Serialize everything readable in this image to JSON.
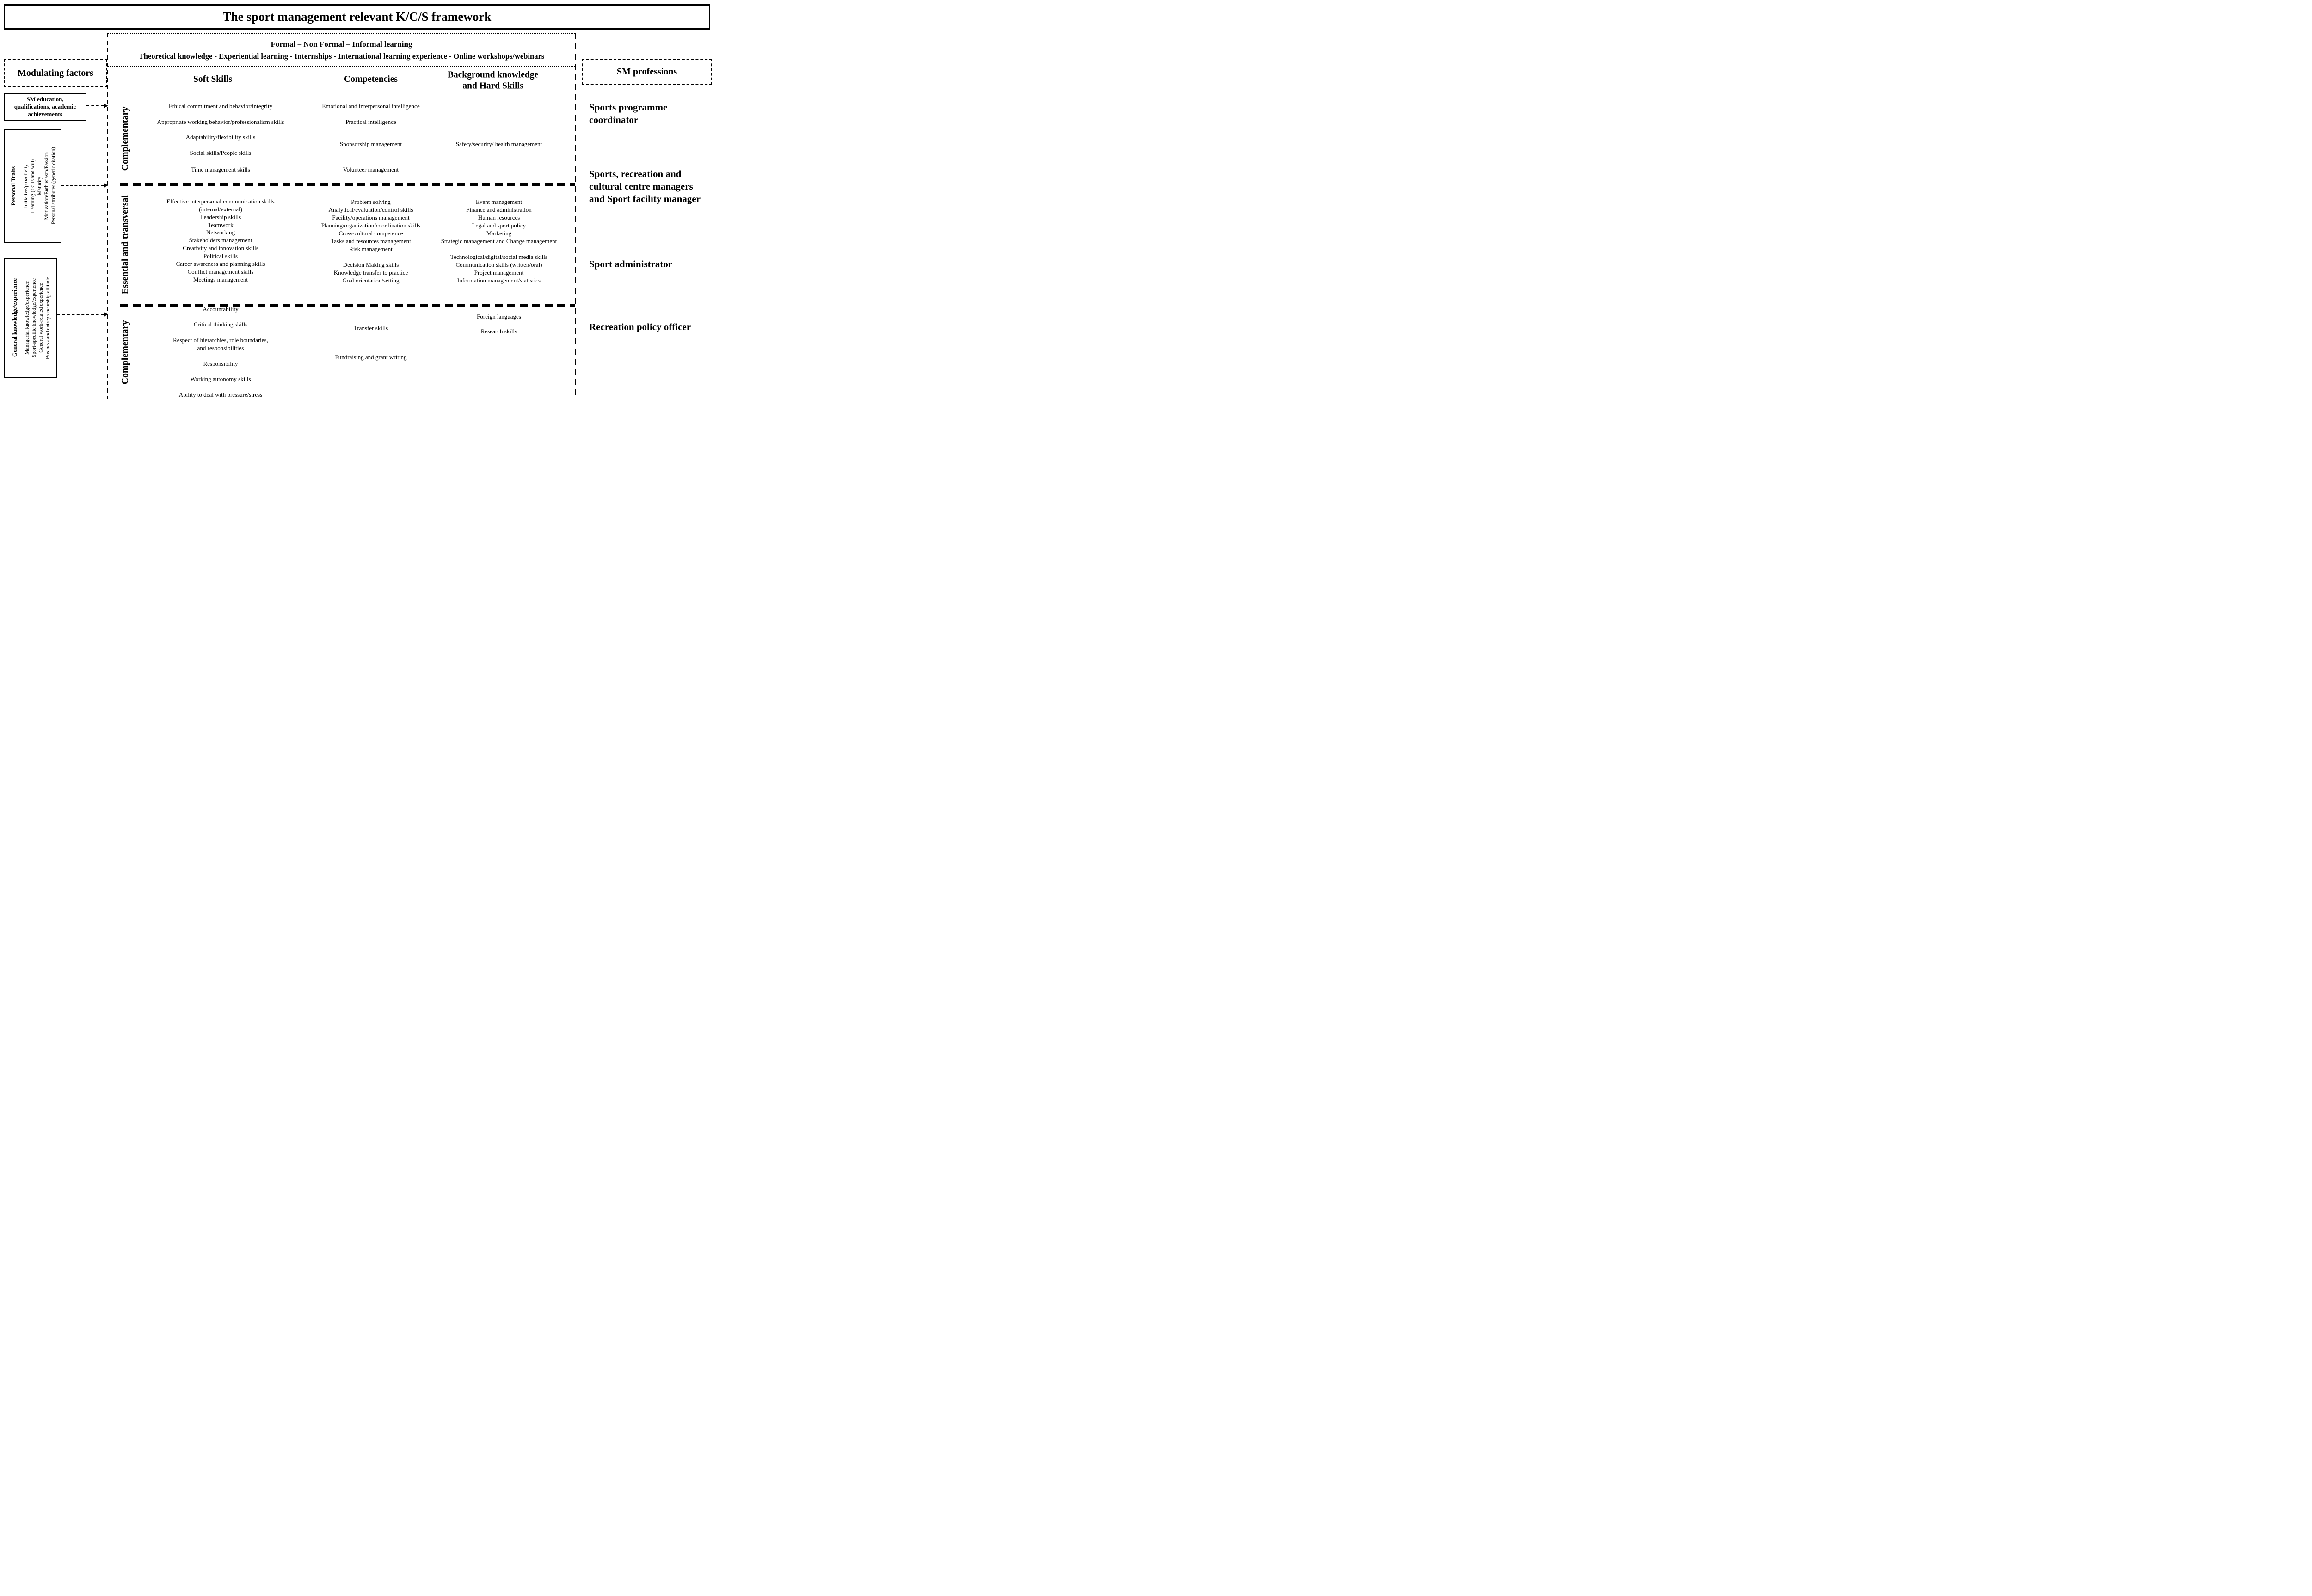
{
  "title": "The sport management relevant K/C/S framework",
  "learning_pathways": {
    "line1": "Formal – Non Formal – Informal learning",
    "line2": "Theoretical knowledge - Experiential learning - Internships - International learning experience - Online workshops/webinars"
  },
  "modulating_factors": {
    "label": "Modulating factors",
    "education_box": "SM education, qualifications, academic achievements",
    "personal_traits": {
      "title": "Personal Traits",
      "items": [
        "Initiative/proactivity",
        "Learning (skills and will)",
        "Maturity",
        "Motivation/Enthusiasm/Passion",
        "Personal attributes (generic citation)"
      ]
    },
    "general_knowledge": {
      "title": "General knowledge/experience",
      "items": [
        "Managerial knowledge/experience",
        "Sport-specific knowledge/experience",
        "General work-related experience",
        "Business and entrepreneurship attitude"
      ]
    }
  },
  "column_headers": {
    "soft_skills": "Soft Skills",
    "competencies": "Competencies",
    "background": "Background knowledge and Hard Skills"
  },
  "sm_professions": {
    "label": "SM professions",
    "items": [
      "Sports programme coordinator",
      "Sports, recreation and cultural centre managers and Sport facility manager",
      "Sport administrator",
      "Recreation policy officer"
    ]
  },
  "sections": [
    {
      "label": "Complementary",
      "soft": [
        "Ethical commitment and behavior/integrity",
        "Appropriate working behavior/professionalism skills",
        "Adaptability/flexibility skills",
        "Social skills/People skills",
        "Time management skills"
      ],
      "competencies": [
        "Emotional and interpersonal intelligence",
        "Practical intelligence",
        "Sponsorship management",
        "Volunteer management"
      ],
      "background": [
        "Safety/security/ health management"
      ]
    },
    {
      "label": "Essential and transversal",
      "soft": [
        "Effective interpersonal communication skills",
        "(internal/external)",
        "Leadership skills",
        "Teamwork",
        "Networking",
        "Stakeholders management",
        "Creativity and innovation skills",
        "Political skills",
        "Career awareness and planning skills",
        "Conflict management skills",
        "Meetings management"
      ],
      "competencies": [
        "Problem solving",
        "Analytical/evaluation/control skills",
        "Facility/operations management",
        "Planning/organization/coordination skills",
        "Cross-cultural competence",
        "Tasks and resources management",
        "Risk management",
        "Decision Making skills",
        "Knowledge transfer to practice",
        "Goal orientation/setting"
      ],
      "background": [
        "Event management",
        "Finance and administration",
        "Human resources",
        "Legal and sport policy",
        "Marketing",
        "Strategic management and Change management",
        "Technological/digital/social media skills",
        "Communication skills (written/oral)",
        "Project management",
        "Information management/statistics"
      ]
    },
    {
      "label": "Complementary",
      "soft": [
        "Accountability",
        "Critical thinking skills",
        "Respect of hierarchies, role boundaries,",
        "and responsibilities",
        "Responsibility",
        "Working autonomy skills",
        "Ability to deal with pressure/stress"
      ],
      "competencies": [
        "Transfer skills",
        "Fundraising and grant writing"
      ],
      "background": [
        "Foreign languages",
        "Research skills"
      ]
    }
  ]
}
